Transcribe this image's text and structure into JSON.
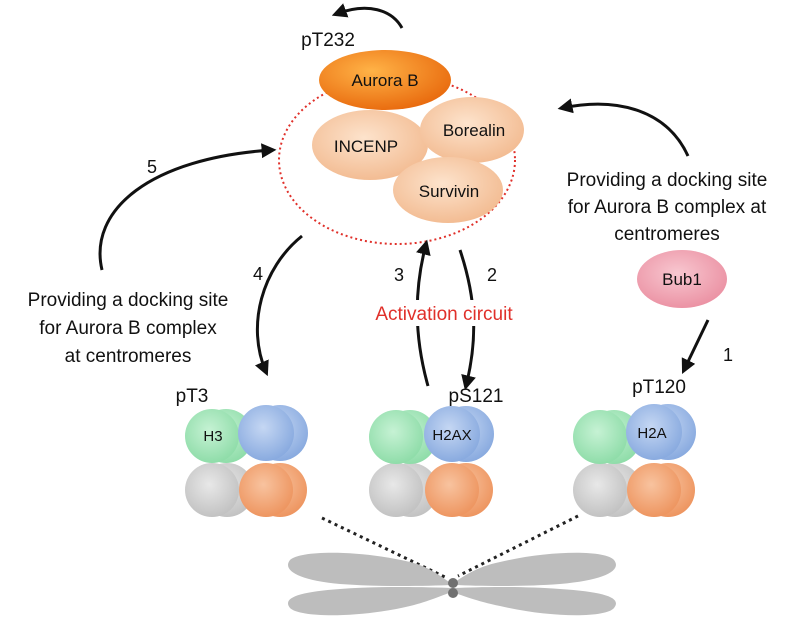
{
  "colors": {
    "aurora": "#f08a1e",
    "subunit": "#f6c49c",
    "circle": "#e0302a",
    "activation": "#e0302a",
    "bub1": "#f2a3b1",
    "green": "#9ee3b6",
    "blue": "#9dbbe6",
    "gray": "#cfcfcf",
    "orange": "#f3a574",
    "chromosome": "#bdbdbd"
  },
  "complex": {
    "phospho_label": "pT232",
    "aurora_label": "Aurora B",
    "incenp_label": "INCENP",
    "borealin_label": "Borealin",
    "survivin_label": "Survivin"
  },
  "steps": {
    "s1": "1",
    "s2": "2",
    "s3": "3",
    "s4": "4",
    "s5": "5"
  },
  "left_note": {
    "line1": "Providing a docking site",
    "line2": "for Aurora B complex",
    "line3": "at centromeres"
  },
  "right_note": {
    "line1": "Providing a docking site",
    "line2": "for Aurora B complex at",
    "line3": "centromeres"
  },
  "bub1_label": "Bub1",
  "activation_label": "Activation circuit",
  "nucleosomes": {
    "left": {
      "mark": "pT3",
      "histone": "H3"
    },
    "middle": {
      "mark": "pS121",
      "histone": "H2AX"
    },
    "right": {
      "mark": "pT120",
      "histone": "H2A"
    }
  }
}
